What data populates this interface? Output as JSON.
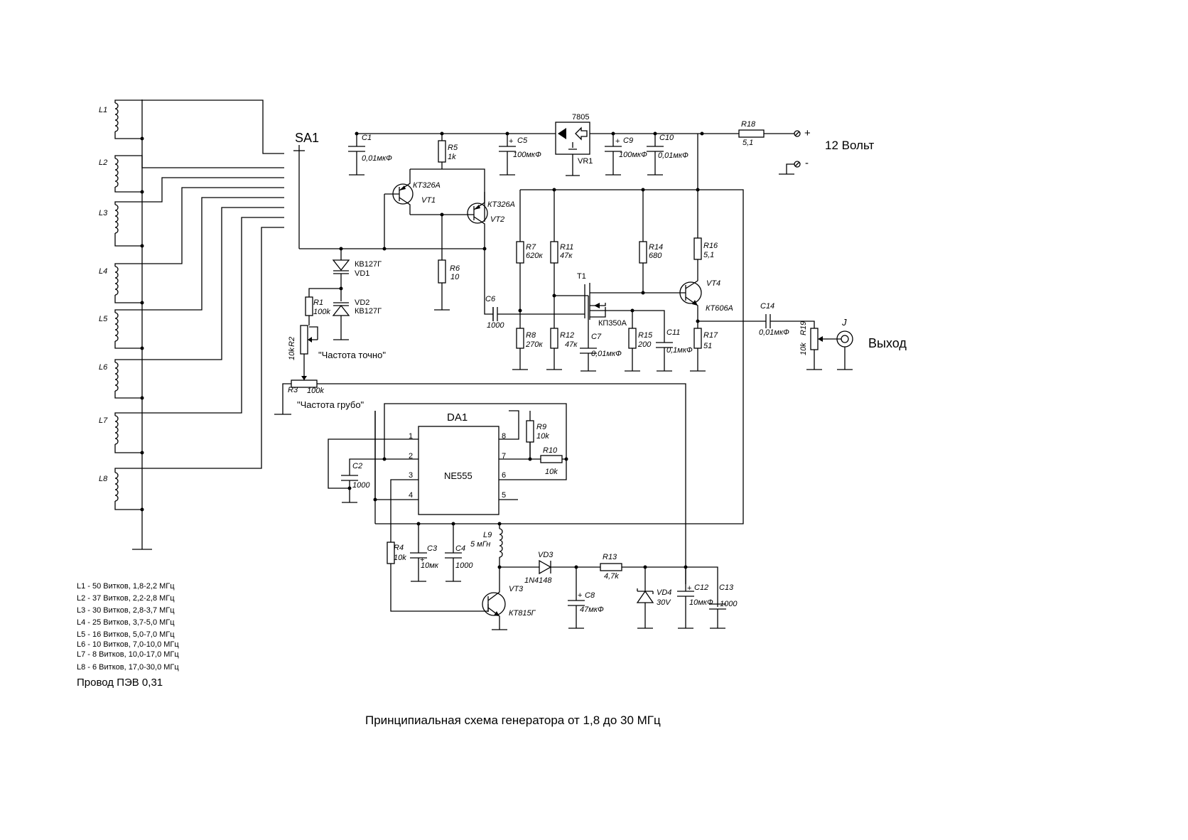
{
  "title": "Принципиальная схема генератора от 1,8 до 30 МГц",
  "power": {
    "label": "12 Вольт",
    "plus": "+",
    "minus": "-"
  },
  "output_label": "Выход",
  "switch_label": "SA1",
  "knobs": {
    "fine": "\"Частота точно\"",
    "coarse": "\"Частота грубо\""
  },
  "coils": [
    "L1",
    "L2",
    "L3",
    "L4",
    "L5",
    "L6",
    "L7",
    "L8"
  ],
  "components": {
    "C1": {
      "name": "C1",
      "value": "0,01мкФ"
    },
    "R5": {
      "name": "R5",
      "value": "1k"
    },
    "C5": {
      "name": "C5",
      "value": "100мкФ"
    },
    "VR1": {
      "name": "VR1",
      "value": "7805"
    },
    "C9": {
      "name": "C9",
      "value": "100мкФ"
    },
    "C10": {
      "name": "C10",
      "value": "0,01мкФ"
    },
    "R18": {
      "name": "R18",
      "value": "5,1"
    },
    "VT1": {
      "name": "VT1",
      "value": "КТ326А"
    },
    "VT2": {
      "name": "VT2",
      "value": "КТ326А"
    },
    "R7": {
      "name": "R7",
      "value": "620к"
    },
    "R11": {
      "name": "R11",
      "value": "47к"
    },
    "R14": {
      "name": "R14",
      "value": "680"
    },
    "R16": {
      "name": "R16",
      "value": "5,1"
    },
    "VD1": {
      "name": "VD1",
      "value": "КВ127Г"
    },
    "VD2": {
      "name": "VD2",
      "value": "КВ127Г"
    },
    "R6": {
      "name": "R6",
      "value": "10"
    },
    "T1": {
      "name": "T1",
      "value": "КП350А"
    },
    "VT4": {
      "name": "VT4",
      "value": "КТ606А"
    },
    "R1": {
      "name": "R1",
      "value": "100k"
    },
    "C6": {
      "name": "C6",
      "value": "1000"
    },
    "C14": {
      "name": "C14",
      "value": "0,01мкФ"
    },
    "R2": {
      "name": "R2",
      "value": "10k"
    },
    "R8": {
      "name": "R8",
      "value": "270к"
    },
    "R12": {
      "name": "R12",
      "value": "47к"
    },
    "C7": {
      "name": "C7",
      "value": "0,01мкФ"
    },
    "R15": {
      "name": "R15",
      "value": "200"
    },
    "C11": {
      "name": "C11",
      "value": "0,1мкФ"
    },
    "R17": {
      "name": "R17",
      "value": "51"
    },
    "R19": {
      "name": "R19",
      "value": "10k"
    },
    "J": {
      "name": "J"
    },
    "R3": {
      "name": "R3",
      "value": "100k"
    },
    "DA1": {
      "name": "DA1",
      "value": "NE555"
    },
    "R9": {
      "name": "R9",
      "value": "10k"
    },
    "R10": {
      "name": "R10",
      "value": "10k"
    },
    "C2": {
      "name": "C2",
      "value": "1000"
    },
    "L9": {
      "name": "L9",
      "value": "5 мГн"
    },
    "R4": {
      "name": "R4",
      "value": "10k"
    },
    "C3": {
      "name": "C3",
      "value": "10мк"
    },
    "C4": {
      "name": "C4",
      "value": "1000"
    },
    "VD3": {
      "name": "VD3",
      "value": "1N4148"
    },
    "R13": {
      "name": "R13",
      "value": "4,7k"
    },
    "C8": {
      "name": "C8",
      "value": "47мкФ"
    },
    "VD4": {
      "name": "VD4",
      "value": "30V"
    },
    "C12": {
      "name": "C12",
      "value": "10мкФ"
    },
    "C13": {
      "name": "C13",
      "value": "1000"
    },
    "VT3": {
      "name": "VT3",
      "value": "КТ815Г"
    }
  },
  "ic_pins": [
    "1",
    "2",
    "3",
    "4",
    "8",
    "7",
    "6",
    "5"
  ],
  "coil_notes": [
    "L1 - 50 Витков, 1,8-2,2 МГц",
    "L2 - 37 Витков, 2,2-2,8 МГц",
    "L3 - 30 Витков, 2,8-3,7 МГц",
    "L4 - 25 Витков, 3,7-5,0 МГц",
    "L5 - 16 Витков, 5,0-7,0 МГц",
    "L6 - 10 Витков, 7,0-10,0 МГц",
    "L7 - 8 Витков, 10,0-17,0 МГц",
    "L8 - 6 Витков, 17,0-30,0 МГц"
  ],
  "wire_note": "Провод ПЭВ 0,31"
}
